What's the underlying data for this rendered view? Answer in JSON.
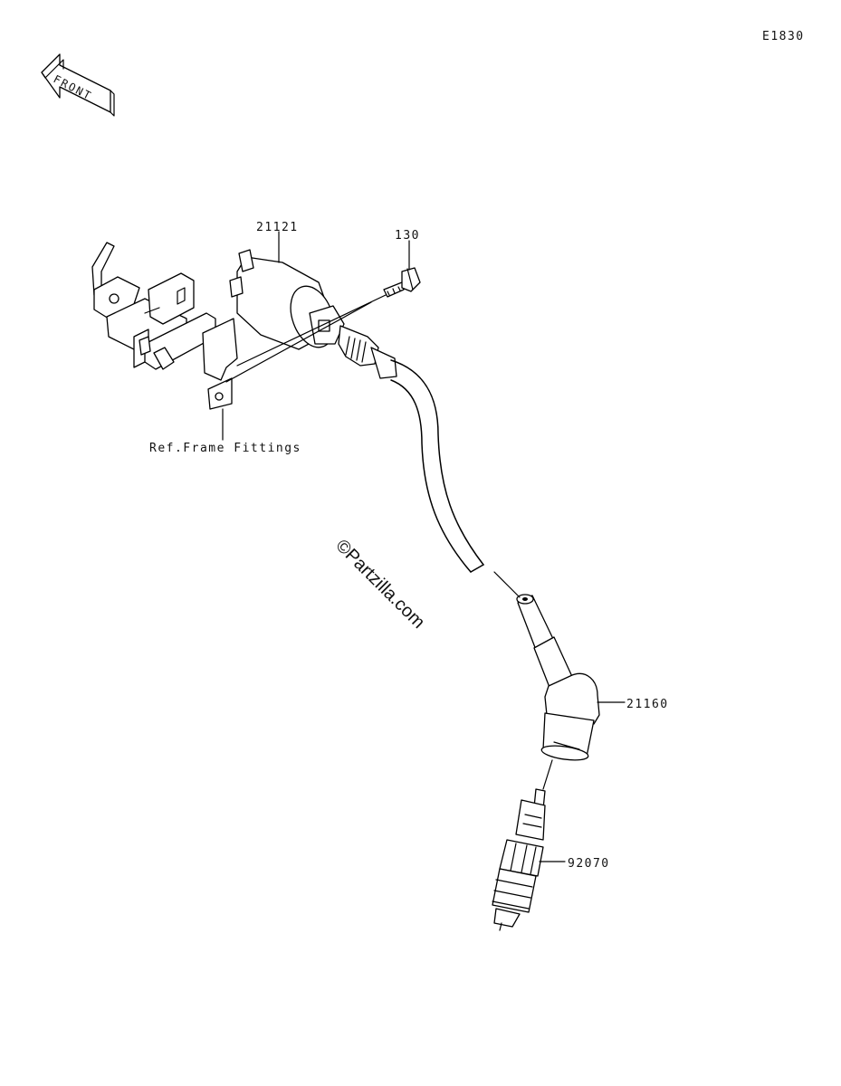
{
  "diagram_code": "E1830",
  "front_arrow": {
    "label": "FRONT"
  },
  "parts": [
    {
      "number": "21121"
    },
    {
      "number": "130"
    },
    {
      "number": "21160"
    },
    {
      "number": "92070"
    }
  ],
  "reference_note": "Ref.Frame Fittings",
  "watermark": "©Partzilla.com",
  "colors": {
    "ink": "#000000",
    "background": "#ffffff"
  }
}
